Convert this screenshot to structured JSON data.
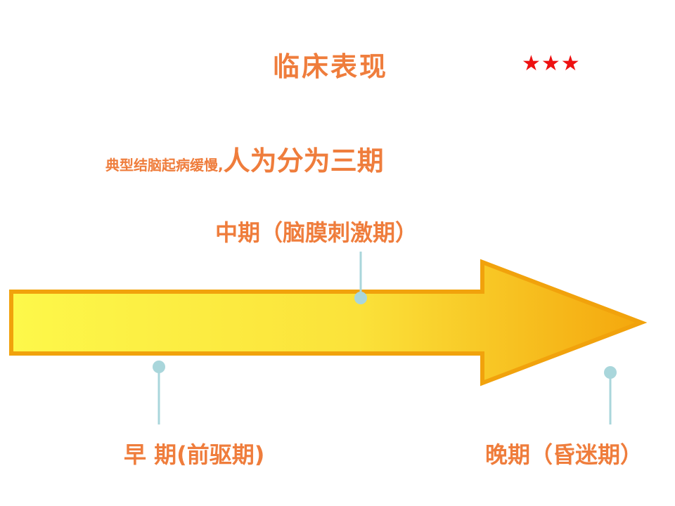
{
  "title": "临床表现",
  "stars": "★★★",
  "subtitle": {
    "small": "典型结脑起病缓慢,",
    "big": "人为分为三期"
  },
  "stages": {
    "early": "早  期(前驱期)",
    "middle": "中期（脑膜刺激期）",
    "late": "晚期（昏迷期）"
  },
  "colors": {
    "text": "#ef7d3c",
    "arrow_light": "#fdf84a",
    "arrow_dark": "#f4a70d",
    "arrow_border": "#f1a20c",
    "connector": "#a9d6db",
    "stars": "#ee1111"
  }
}
